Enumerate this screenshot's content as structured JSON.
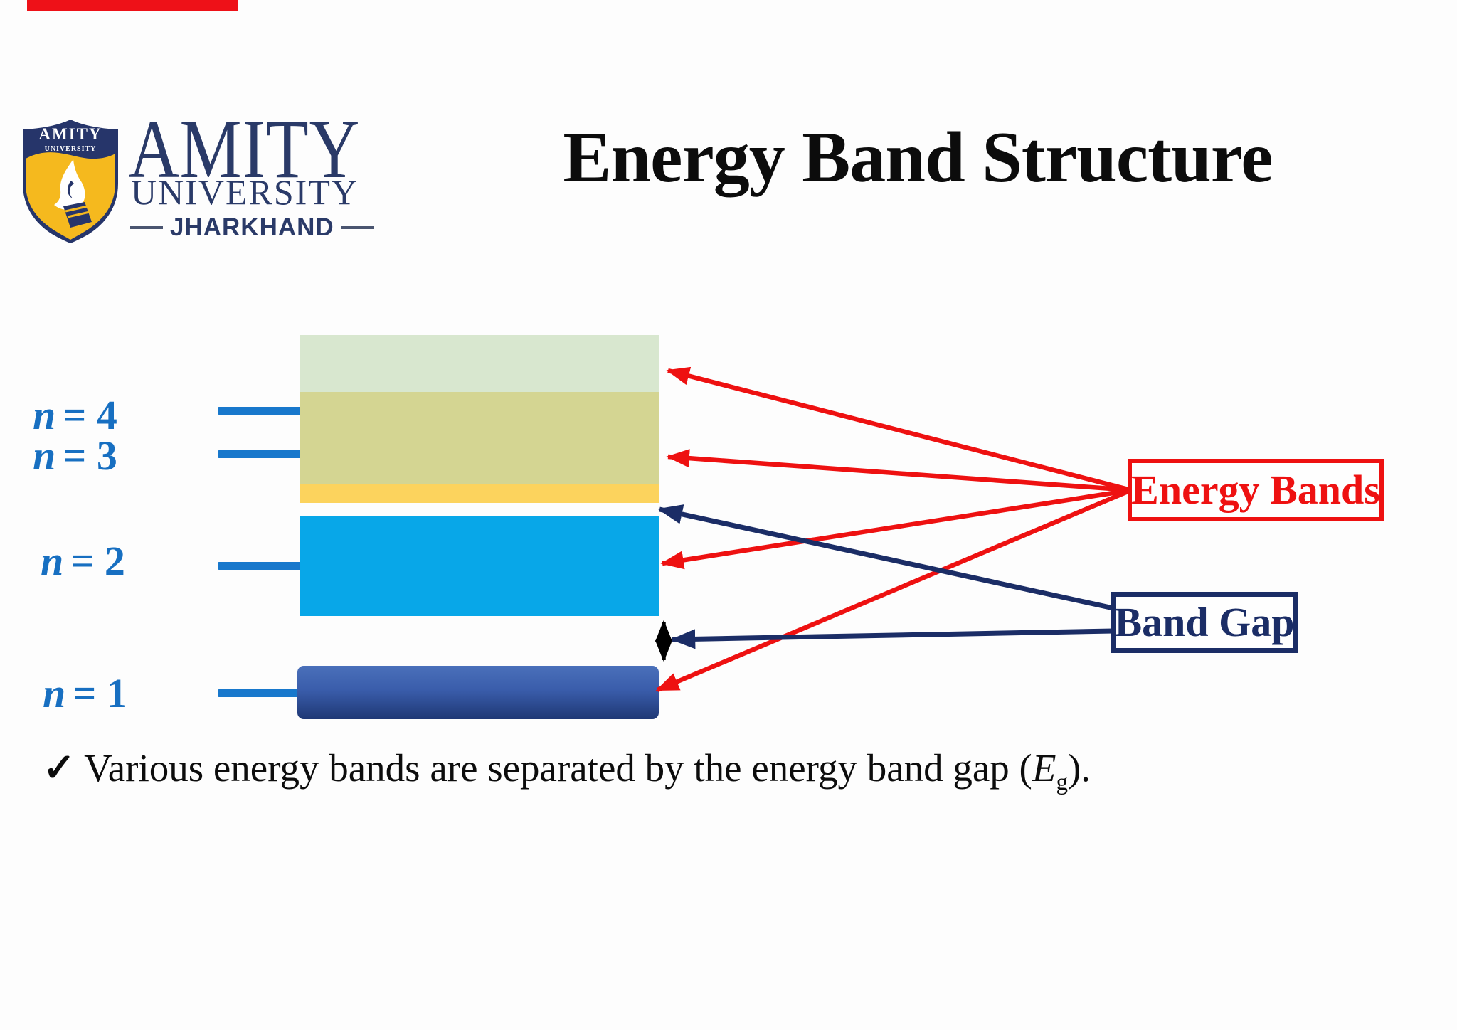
{
  "top_bar": {
    "color": "#ee1118"
  },
  "logo": {
    "shield": {
      "line1": "AMITY",
      "line2": "UNIVERSITY",
      "navy": "#26356a",
      "yellow": "#f5b91e"
    },
    "wordmark": {
      "line1": "AMITY",
      "line2": "UNIVERSITY",
      "line3": "JHARKHAND",
      "color": "#2a3a68"
    }
  },
  "title": {
    "text": "Energy Band Structure",
    "color": "#0c0c0c"
  },
  "diagram": {
    "levels": [
      {
        "var": "n",
        "eq": "= 4"
      },
      {
        "var": "n",
        "eq": "= 3"
      },
      {
        "var": "n",
        "eq": "= 2"
      },
      {
        "var": "n",
        "eq": "= 1"
      }
    ],
    "level_text_color": "#176fc1",
    "dash_color": "#1878cc",
    "bands": [
      {
        "name": "band above n4",
        "color": "#d8e7cf"
      },
      {
        "name": "band n4-n3",
        "color": "#d4d592"
      },
      {
        "name": "thin yellow band",
        "color": "#fcd35d"
      },
      {
        "name": "band n2",
        "color": "#08a7e8"
      },
      {
        "name": "band n1",
        "color": "linear-gradient(180deg,#4a70ba 0%,#3a5dab 45%,#1f3875 100%)"
      }
    ],
    "callouts": {
      "energy_bands": {
        "label": "Energy Bands",
        "color": "#ee1111"
      },
      "band_gap": {
        "label": "Band Gap",
        "color": "#1b2d66"
      }
    },
    "gap_arrow_color": "#000000"
  },
  "footnote": {
    "check": "✓",
    "text": "Various energy bands are separated by the energy band gap (",
    "symbol": "E",
    "subscript": "g",
    "close": ").",
    "color": "#0c0c0c"
  }
}
